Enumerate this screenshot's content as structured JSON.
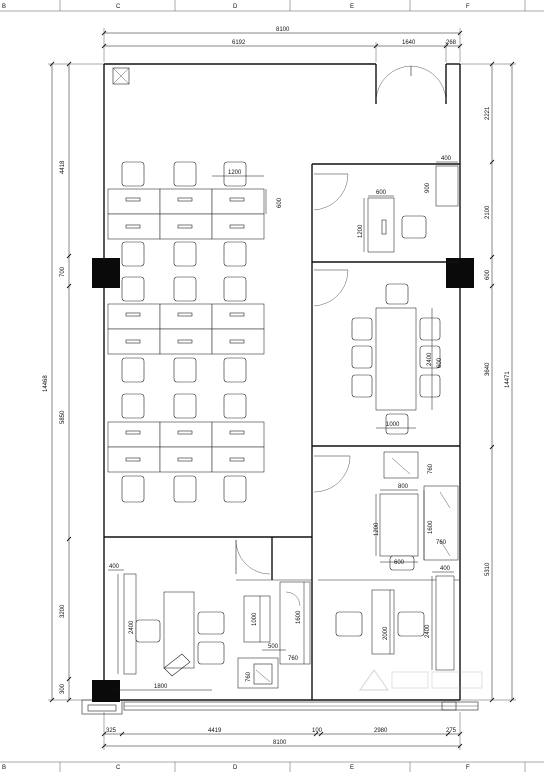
{
  "grid": {
    "top": [
      "B",
      "C",
      "D",
      "E",
      "F"
    ],
    "bottom": [
      "B",
      "C",
      "D",
      "E",
      "F"
    ]
  },
  "dims": {
    "top_total": "8100",
    "top_left": "6192",
    "top_door": "1640",
    "top_right": "268",
    "left_1": "4418",
    "left_2": "700",
    "left_3": "5850",
    "left_4": "3200",
    "left_5": "300",
    "left_total": "14468",
    "right_1": "2221",
    "right_2": "2100",
    "right_3": "600",
    "right_4": "3640",
    "right_5": "5310",
    "right_total": "14471",
    "bottom_1": "325",
    "bottom_2": "4419",
    "bottom_3": "100",
    "bottom_4": "2980",
    "bottom_5": "275",
    "bottom_total": "8100"
  },
  "room_dims": {
    "desk_w": "1200",
    "desk_d": "600",
    "mgr_600": "600",
    "mgr_1200": "1200",
    "mgr_400": "400",
    "mgr_900": "900",
    "meet_2400": "2400",
    "meet_1000": "1000",
    "meet_600": "600",
    "lounge_760a": "760",
    "lounge_800": "800",
    "lounge_1200": "1200",
    "lounge_1600": "1600",
    "lounge_760b": "760",
    "lounge_600": "600",
    "bl_400": "400",
    "bl_2400": "2400",
    "bl_1800": "1800",
    "mid_1000": "1000",
    "mid_1600": "1600",
    "mid_500": "500",
    "mid_760a": "760",
    "mid_760b": "760",
    "br_400": "400",
    "br_2000": "2000",
    "br_2400": "2400"
  }
}
